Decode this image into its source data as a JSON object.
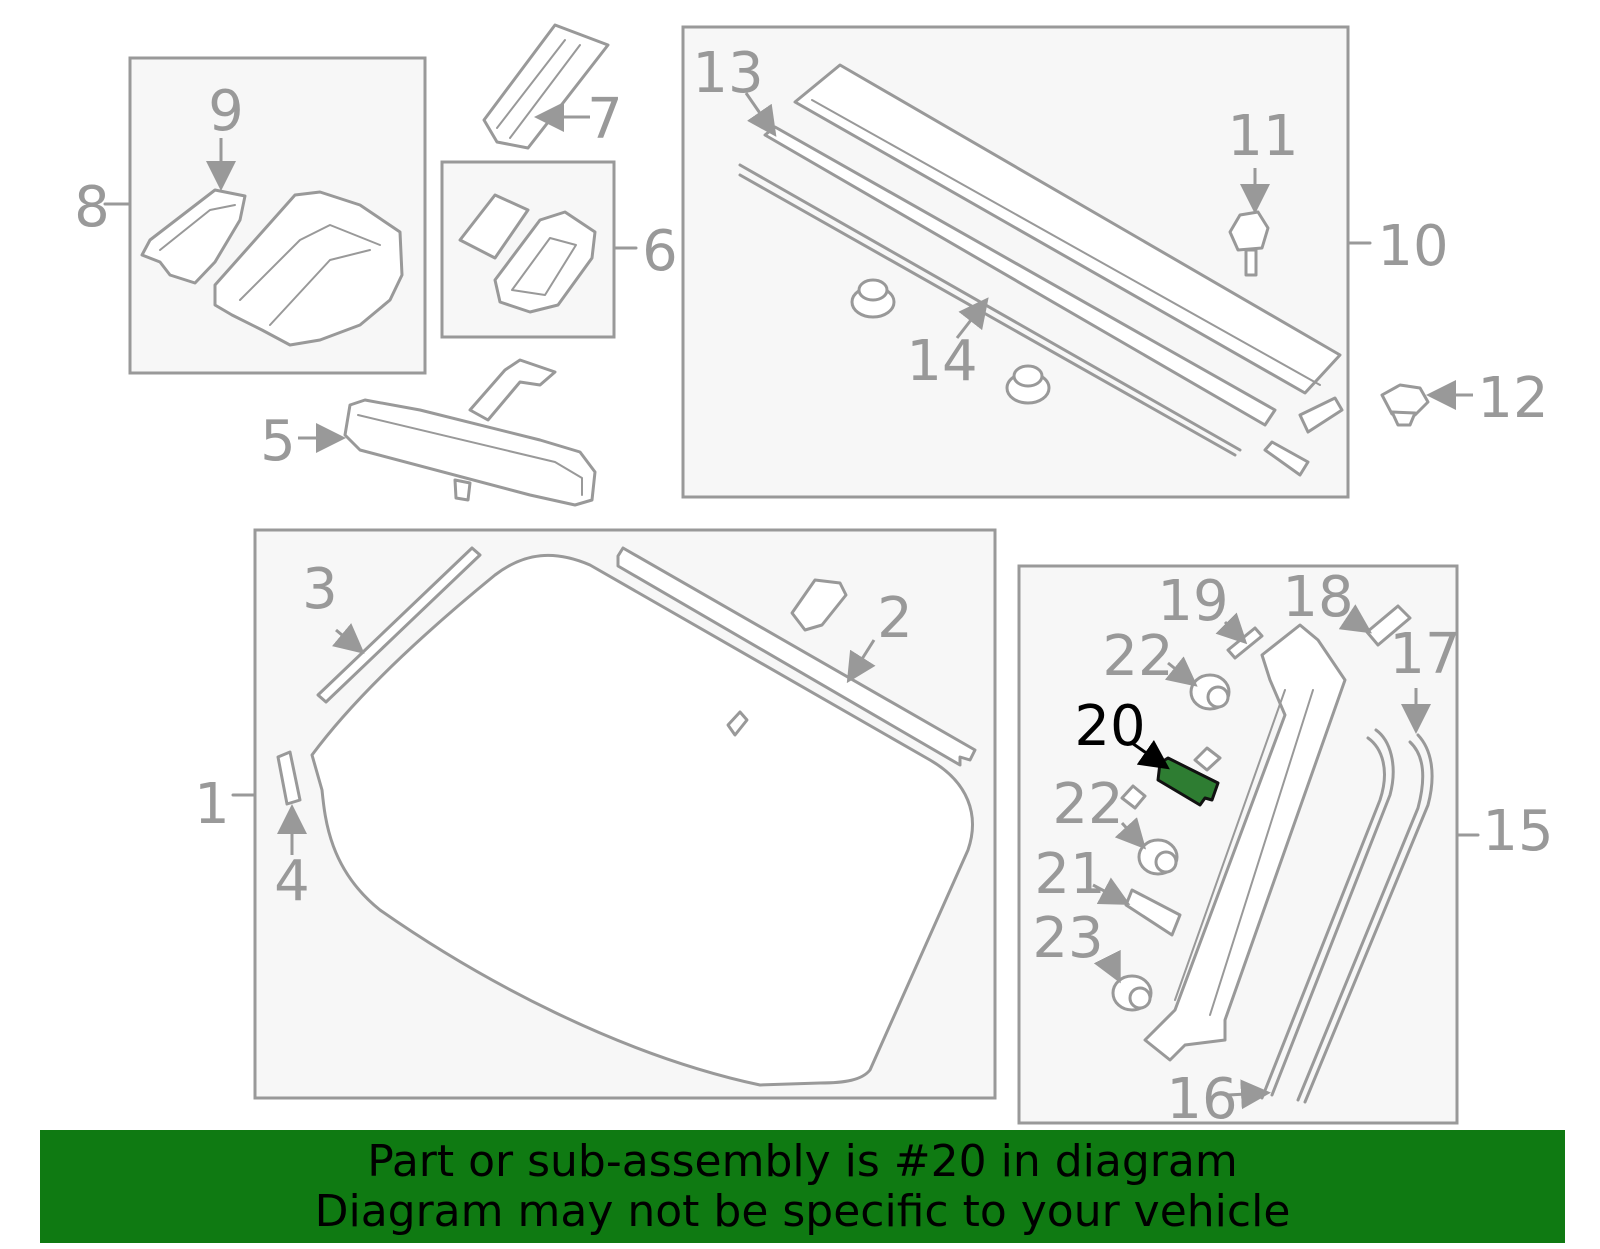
{
  "callouts": {
    "c1": "1",
    "c2": "2",
    "c3": "3",
    "c4": "4",
    "c5": "5",
    "c6": "6",
    "c7": "7",
    "c8": "8",
    "c9": "9",
    "c10": "10",
    "c11": "11",
    "c12": "12",
    "c13": "13",
    "c14": "14",
    "c15": "15",
    "c16": "16",
    "c17": "17",
    "c18": "18",
    "c19": "19",
    "c20": "20",
    "c21": "21",
    "c22a": "22",
    "c22b": "22",
    "c23": "23"
  },
  "highlighted_part": "20",
  "colors": {
    "banner_background": "#0f7a12",
    "highlight_fill": "#2e7d32",
    "line_gray": "#999999",
    "box_fill": "#f7f7f7"
  },
  "banner": {
    "line1": "Part or sub-assembly is #20 in diagram",
    "line2": "Diagram may not be specific to your vehicle"
  }
}
